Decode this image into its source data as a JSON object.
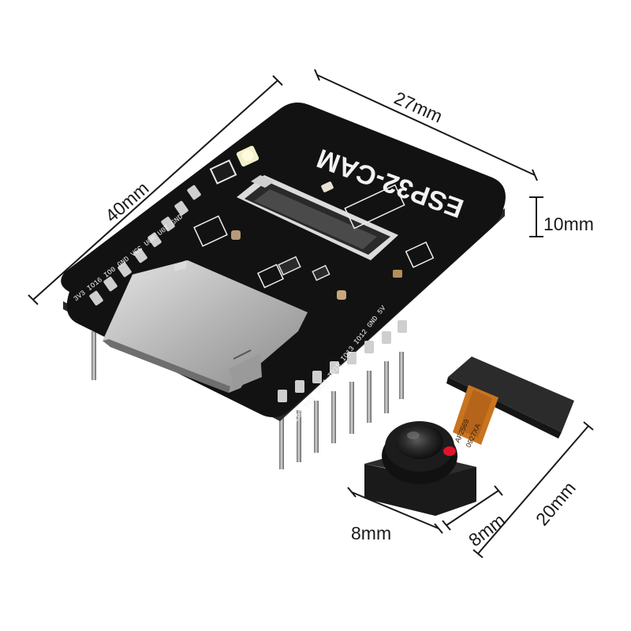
{
  "dimensions": {
    "board_length": "40mm",
    "board_width": "27mm",
    "pin_height": "10mm",
    "camera_length": "8mm",
    "camera_width": "8mm",
    "ribbon_length": "20mm"
  },
  "board": {
    "label": "ESP32-CAM",
    "pin_labels_left": "3V3 IO16 IO0 GND VCC U0R U0T GND",
    "pin_labels_right": "IO4 IO2 IO14 IO15 IO13 IO12 GND 5V"
  },
  "camera": {
    "flex_code_1": "AF2569",
    "flex_code_2": "0927XA"
  },
  "colors": {
    "pcb": "#121212",
    "silkscreen": "#f2f2f2",
    "metal": "#b8b8b8",
    "flex_cable": "#c9741e",
    "dimension_line": "#1a1a1a"
  }
}
